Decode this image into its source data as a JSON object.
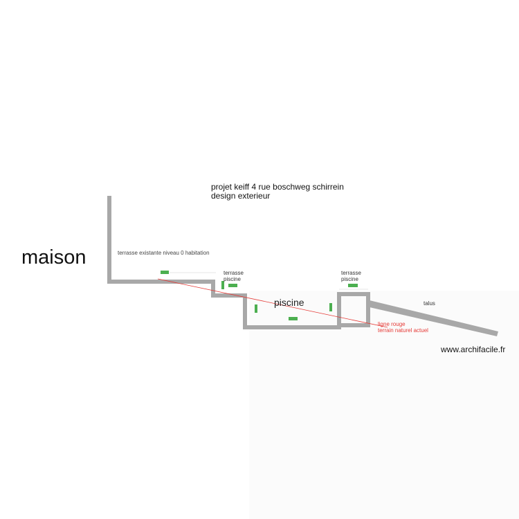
{
  "project": {
    "title_line1": "projet keiff 4 rue boschweg schirrein",
    "title_line2": "design exterieur"
  },
  "labels": {
    "maison": "maison",
    "terrasse_existante": "terrasse existante  niveau 0 habitation",
    "terrasse_piscine_1": [
      "terrasse",
      "piscine"
    ],
    "terrasse_piscine_2": [
      "terrasse",
      "piscine"
    ],
    "piscine": "piscine",
    "talus": "talus",
    "ligne_rouge": [
      "ligne rouge",
      "terrain naturel actuel"
    ]
  },
  "watermark": "www.archifacile.fr",
  "colors": {
    "wall": "#a8a8a8",
    "ground_line": "#e53935",
    "dimension_tag": "#4caf50",
    "text": "#222222"
  }
}
